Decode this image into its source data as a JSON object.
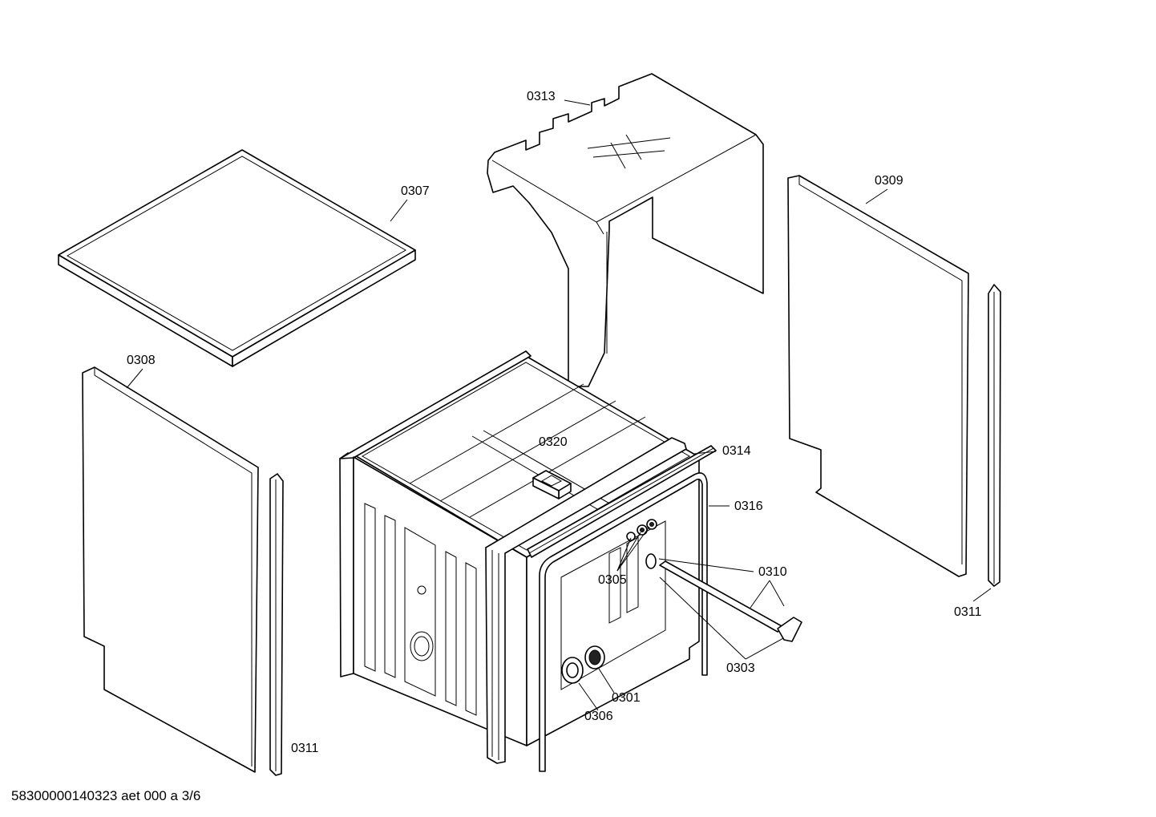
{
  "drawing": {
    "footer_code": "58300000140323 aet 000 a 3/6",
    "line_color": "#000000",
    "background": "#ffffff"
  },
  "parts": {
    "p0301": "0301",
    "p0303": "0303",
    "p0305": "0305",
    "p0306": "0306",
    "p0307": "0307",
    "p0308": "0308",
    "p0309": "0309",
    "p0310": "0310",
    "p0311_left": "0311",
    "p0311_right": "0311",
    "p0313": "0313",
    "p0314": "0314",
    "p0316": "0316",
    "p0320": "0320"
  }
}
